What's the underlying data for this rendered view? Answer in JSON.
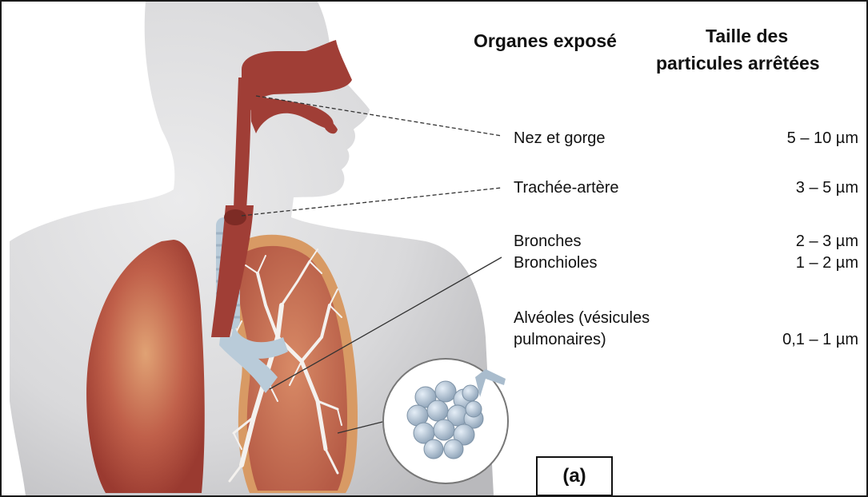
{
  "headers": {
    "organs": "Organes exposé",
    "size_line1": "Taille des",
    "size_line2": "particules arrêtées"
  },
  "rows": [
    {
      "organ": "Nez et gorge",
      "size": "5 – 10 µm"
    },
    {
      "organ": "Trachée-artère",
      "size": "3 – 5 µm"
    },
    {
      "organ": "Bronches",
      "size": "2 – 3 µm"
    },
    {
      "organ": "Bronchioles",
      "size": "1 – 2 µm"
    },
    {
      "organ_line1": "Alvéoles (vésicules",
      "organ_line2": "pulmonaires)",
      "size": "0,1 – 1 µm"
    }
  ],
  "panel_tag": "(a)",
  "colors": {
    "skin": "#d6d6d8",
    "airway": "#9b3a33",
    "lung_left": "#b5523f",
    "lung_right_rim": "#d69a62",
    "lung_right_fill": "#c06a4f",
    "alveoli": "#a9b9c9"
  }
}
